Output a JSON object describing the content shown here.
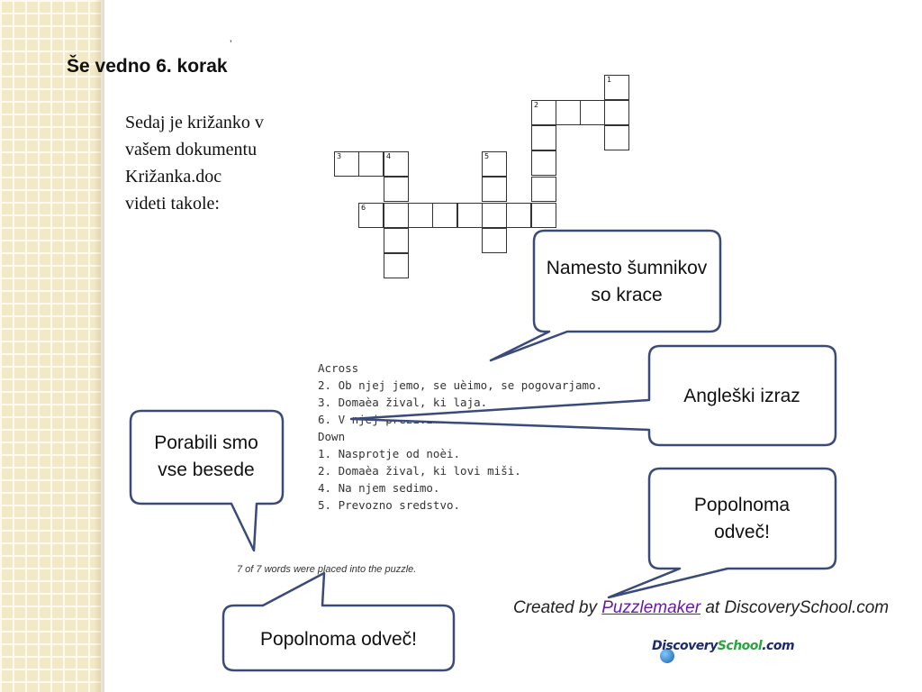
{
  "slide": {
    "title": "Še vedno 6. korak",
    "tick_mark": "’",
    "intro_lines": [
      "Sedaj je križanko v",
      "vašem dokumentu",
      "Križanka.doc",
      "videti takole:"
    ]
  },
  "crossword": {
    "numbers": [
      "1",
      "2",
      "3",
      "4",
      "5",
      "6"
    ]
  },
  "clues": {
    "lines": [
      "Across",
      "2. Ob njej jemo, se uèimo, se pogovarjamo.",
      "3. Domaèa žival, ki laja.",
      "6. V njej preživimo noè.",
      "Down",
      "1. Nasprotje od noèi.",
      "2. Domaèa žival, ki lovi miši.",
      "4. Na njem sedimo.",
      "5. Prevozno sredstvo."
    ]
  },
  "puzzle_note": "7 of 7 words were placed into the puzzle.",
  "credit": {
    "prefix": "Created by ",
    "link": "Puzzlemaker",
    "suffix": " at DiscoverySchool.com"
  },
  "logo": {
    "part1": "Discovery",
    "part2": "School",
    "part3": ".com"
  },
  "callouts": {
    "sumniki": "Namesto šumnikov so krace",
    "angleski": "Angleški izraz",
    "porabili": "Porabili smo vse besede",
    "odvec_right": "Popolnoma odveč!",
    "odvec_bottom": "Popolnoma odveč!"
  },
  "colors": {
    "callout_border": "#3a4a7a",
    "link_purple": "#6b1aa6"
  }
}
